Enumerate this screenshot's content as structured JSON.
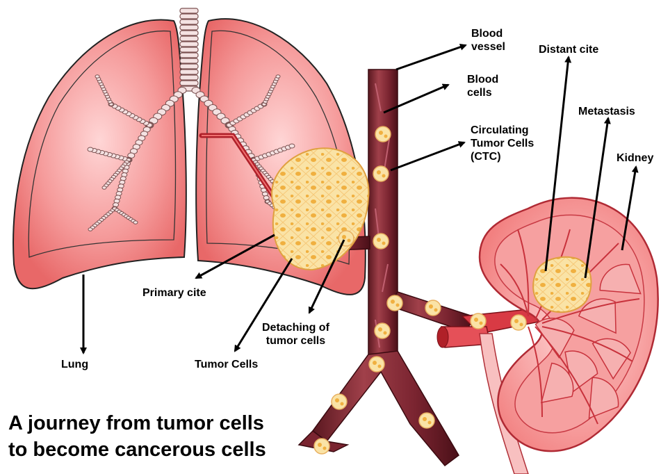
{
  "title": "A journey from tumor cells\nto become cancerous cells",
  "labels": {
    "lung": "Lung",
    "primary_cite": "Primary cite",
    "tumor_cells": "Tumor Cells",
    "detaching": "Detaching of\ntumor cells",
    "blood_vessel": "Blood\nvessel",
    "blood_cells": "Blood\ncells",
    "ctc": "Circulating\nTumor Cells\n(CTC)",
    "distant_cite": "Distant cite",
    "metastasis": "Metastasis",
    "kidney": "Kidney"
  },
  "colors": {
    "lung_fill": "#f07878",
    "lung_light": "#ffd0d0",
    "vessel": "#8a2a35",
    "vessel_dark": "#5a1820",
    "tumor": "#f7d98a",
    "tumor_cell": "#f1b24a",
    "kidney": "#f08a8a",
    "kidney_inner": "#c8323c",
    "artery": "#e0404a"
  }
}
